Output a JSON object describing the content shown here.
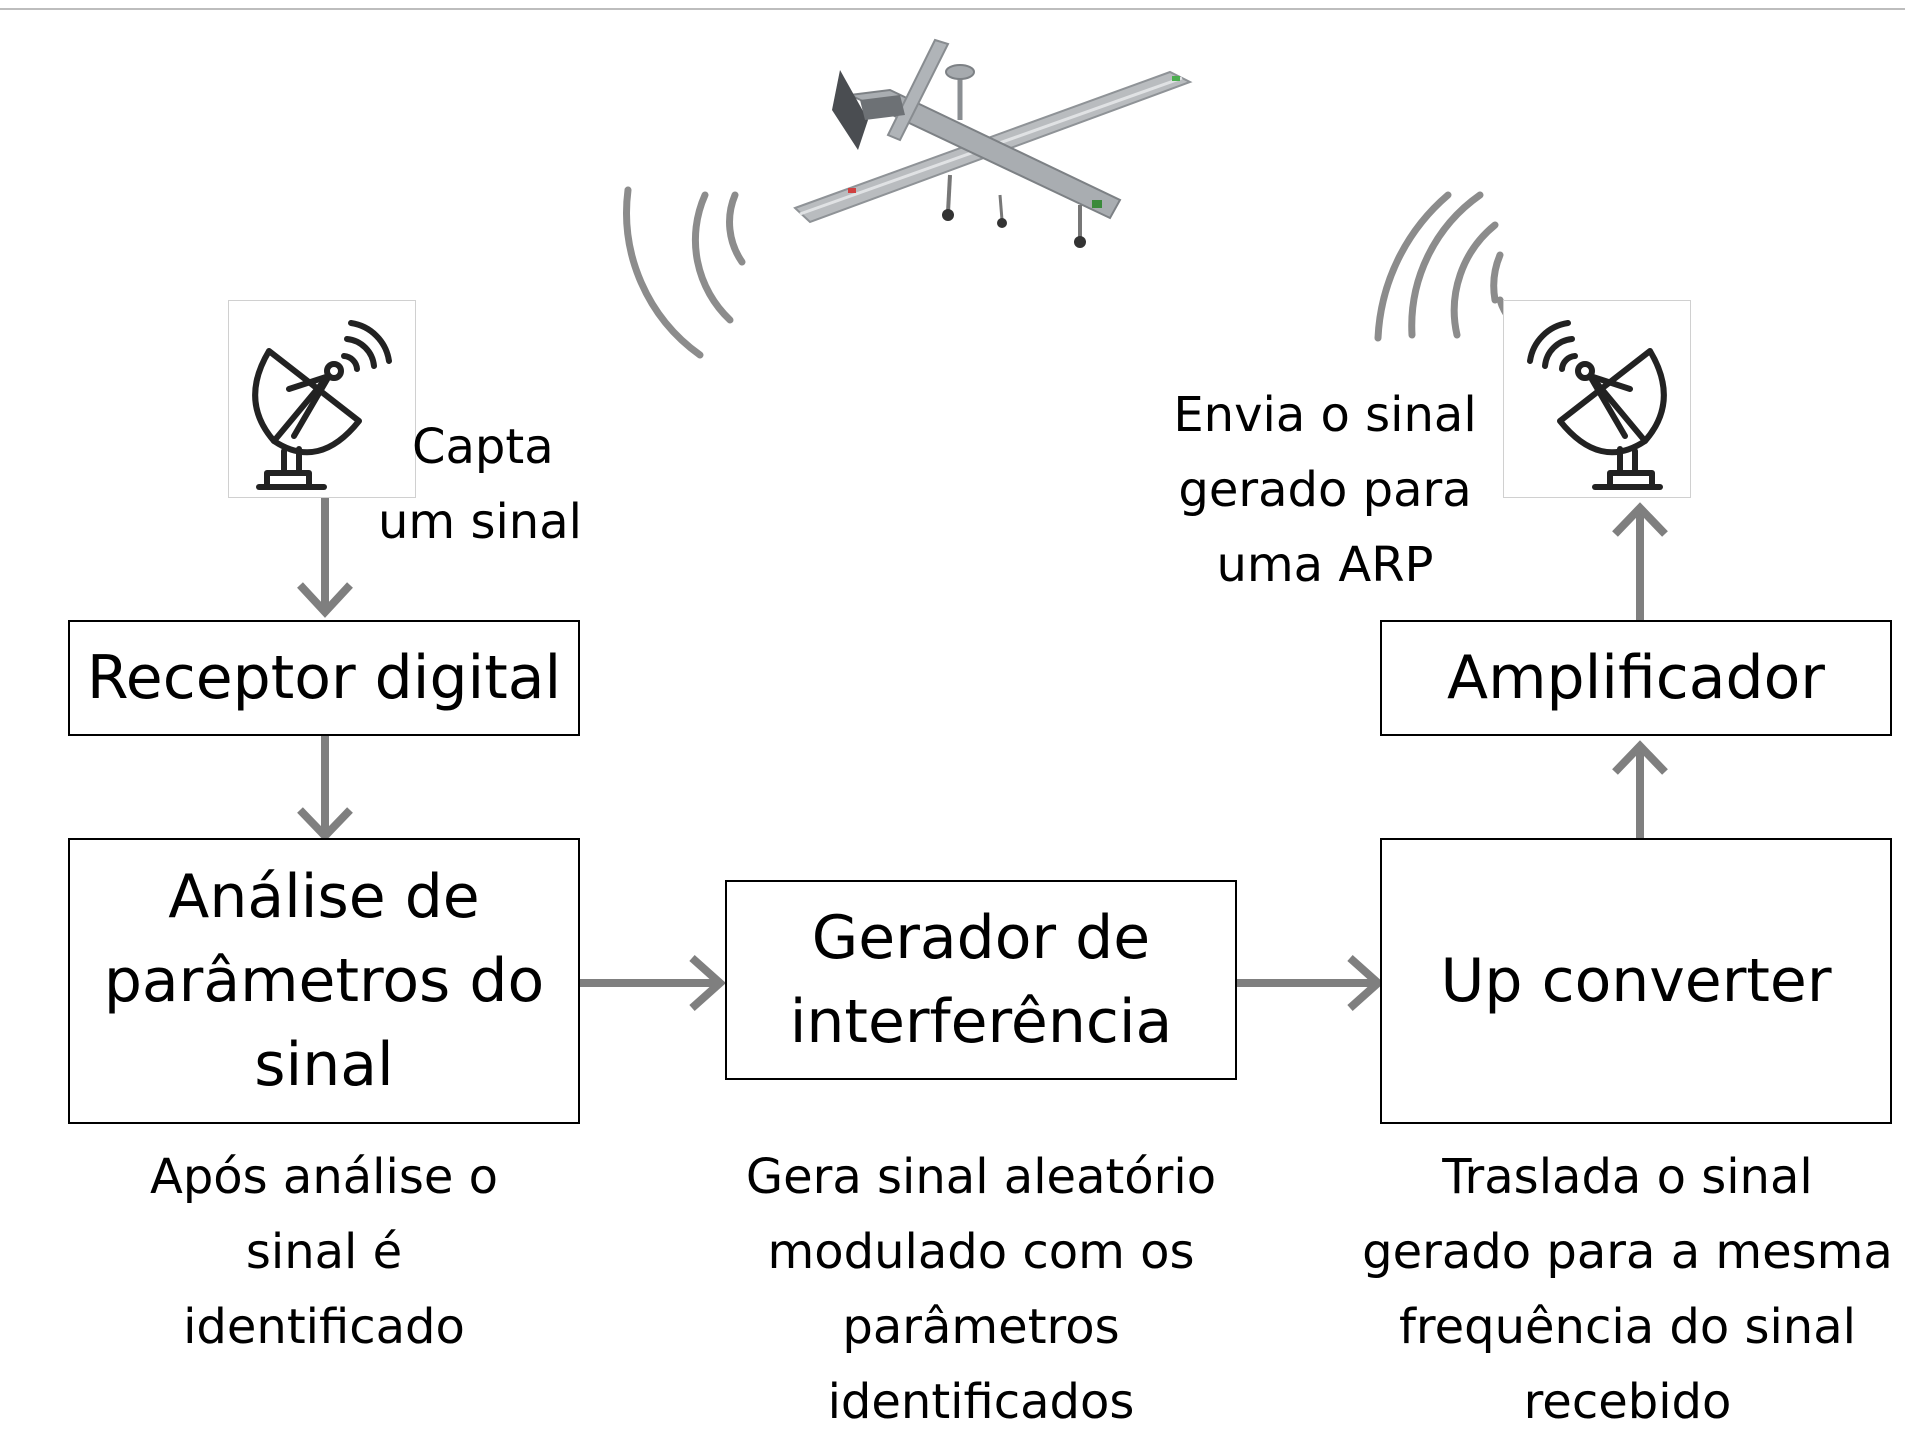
{
  "receiver_antenna": {
    "icon": "satellite-dish-icon",
    "caption_lines": [
      "Capta",
      "um sinal"
    ]
  },
  "transmitter_antenna": {
    "icon": "satellite-dish-icon",
    "caption_lines": [
      "Envia o sinal",
      "gerado para",
      "uma ARP"
    ]
  },
  "drone": {
    "icon": "drone-icon"
  },
  "blocks": {
    "receptor": {
      "lines": [
        "Receptor digital"
      ]
    },
    "analise": {
      "lines": [
        "Análise de",
        "parâmetros do",
        "sinal"
      ],
      "caption_lines": [
        "Após análise o",
        "sinal é",
        "identificado"
      ]
    },
    "gerador": {
      "lines": [
        "Gerador de",
        "interferência"
      ],
      "caption_lines": [
        "Gera sinal aleatório",
        "modulado com os",
        "parâmetros",
        "identificados"
      ]
    },
    "upconverter": {
      "lines": [
        "Up converter"
      ],
      "caption_lines": [
        "Traslada o sinal",
        "gerado para a mesma",
        "frequência do sinal",
        "recebido"
      ]
    },
    "amplificador": {
      "lines": [
        "Amplificador"
      ]
    }
  },
  "colors": {
    "arrow": "#7f7f7f",
    "wave": "#8c8c8c",
    "border": "#000000"
  }
}
